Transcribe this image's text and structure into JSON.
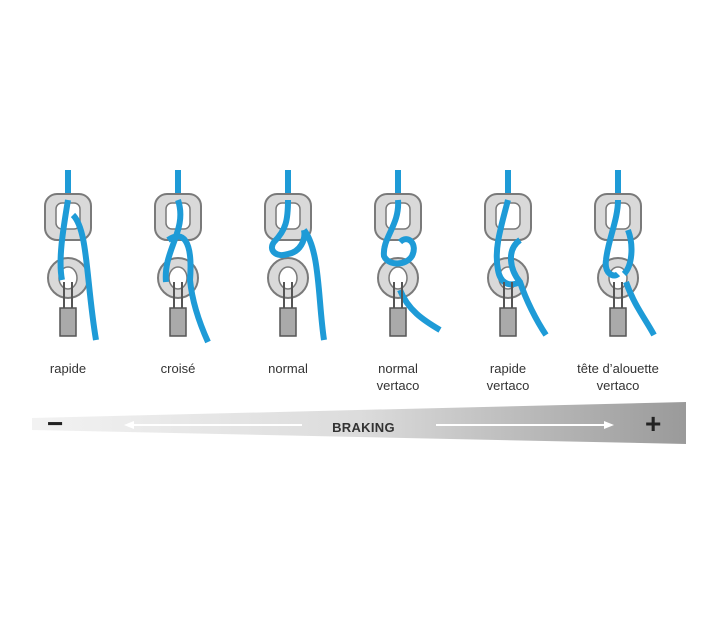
{
  "devices": [
    {
      "id": "rapide",
      "lines": [
        "rapide"
      ]
    },
    {
      "id": "croise",
      "lines": [
        "croisé"
      ]
    },
    {
      "id": "normal",
      "lines": [
        "normal"
      ]
    },
    {
      "id": "normal-vertaco",
      "lines": [
        "normal",
        "vertaco"
      ]
    },
    {
      "id": "rapide-vertaco",
      "lines": [
        "rapide",
        "vertaco"
      ]
    },
    {
      "id": "tete-alouette-vertaco",
      "lines": [
        "tête d’alouette",
        "vertaco"
      ]
    }
  ],
  "scale": {
    "label": "BRAKING",
    "minus": "−",
    "plus": "+"
  },
  "colors": {
    "rope": "#1e9bd7",
    "rope_dark": "#137fb3",
    "metal": "#d9d9d9",
    "metal_stroke": "#7a7a7a"
  }
}
